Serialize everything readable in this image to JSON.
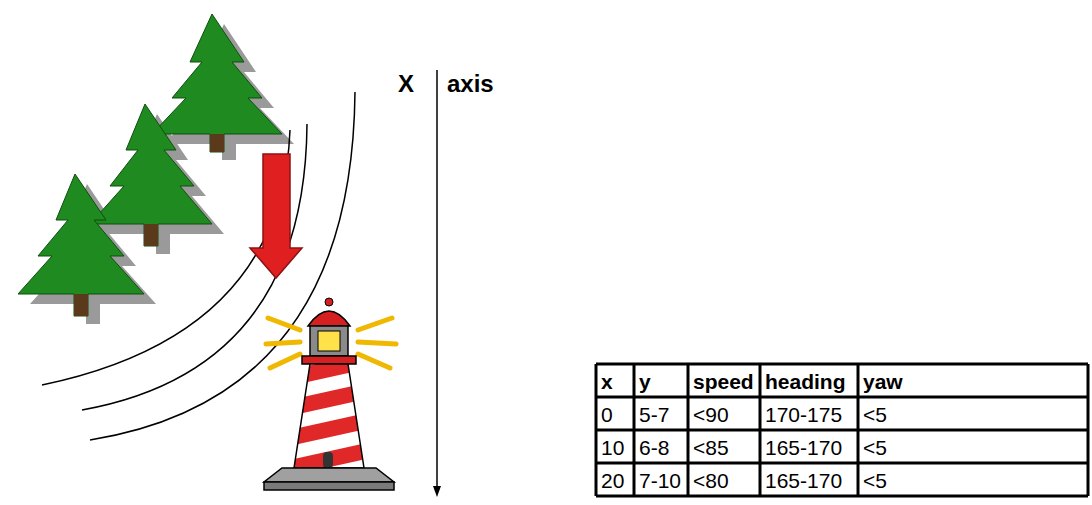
{
  "diagram": {
    "labels": [
      "X",
      "axis",
      "x",
      "y",
      "speed",
      "heading",
      "yaw",
      "0",
      "5-7",
      "<90",
      "170-175",
      "<5",
      "10",
      "6-8",
      "<85",
      "165-170",
      "<5",
      "20",
      "7-10",
      "<80",
      "165-170",
      "<5"
    ]
  }
}
